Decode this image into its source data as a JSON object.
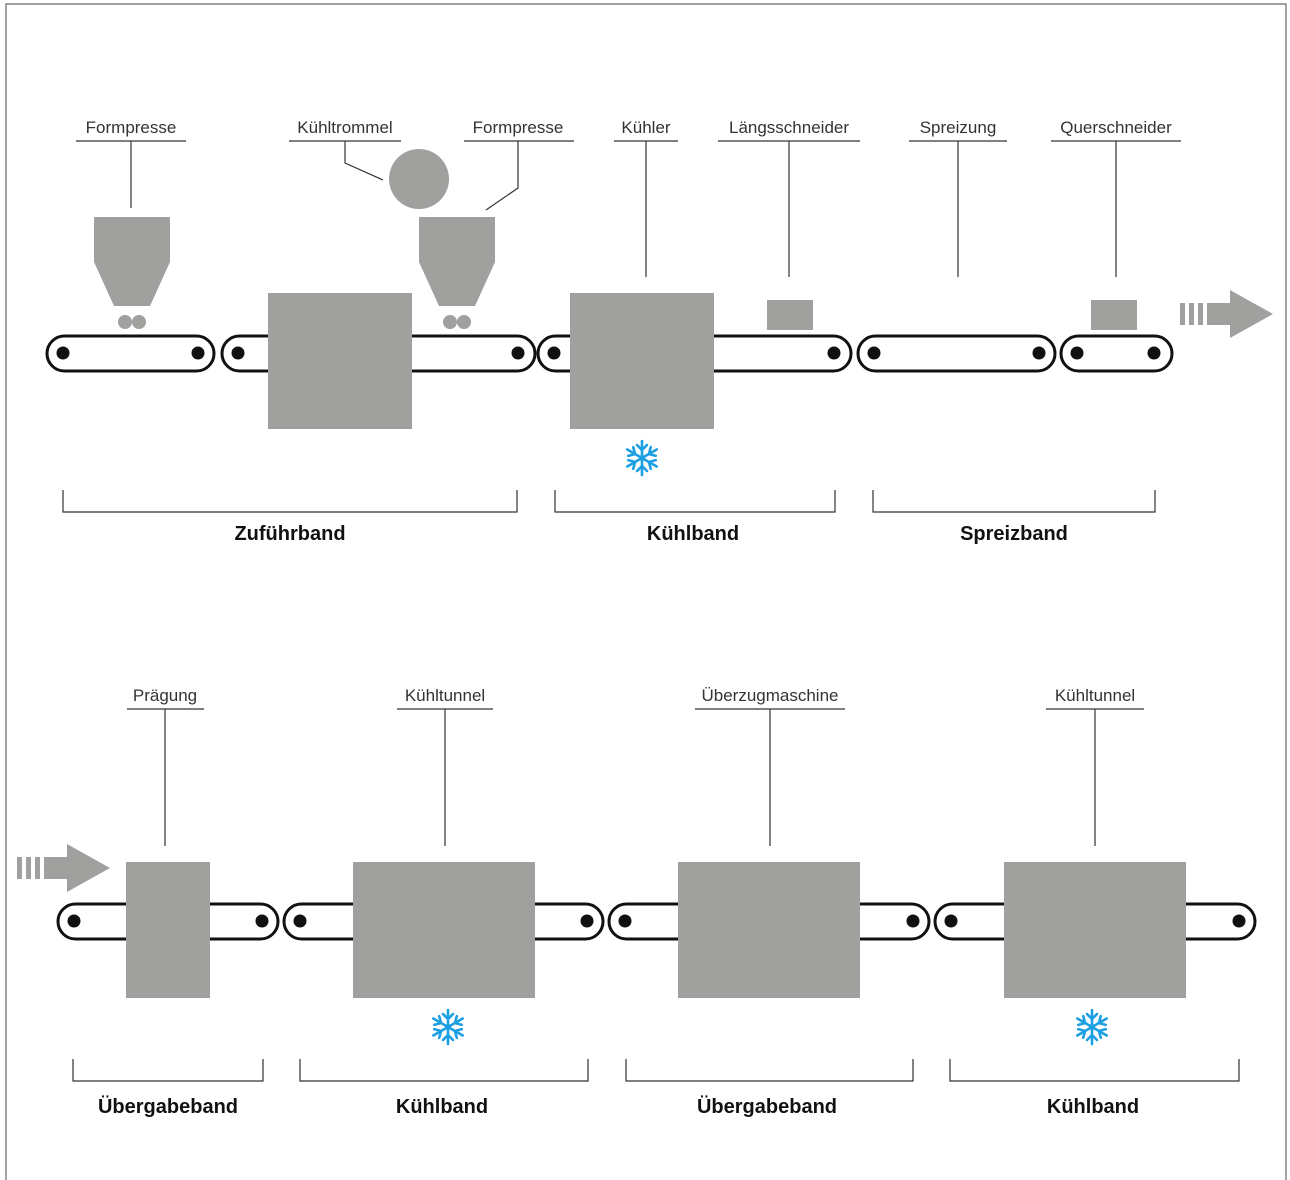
{
  "colors": {
    "machine": "#a0a09f",
    "belt_outline": "#111111",
    "roller": "#111111",
    "cooling": "#1c9fe3",
    "arrow": "#a0a09f",
    "frame": "#666666",
    "leader": "#333333"
  },
  "icons": {
    "cooling": "snowflake-icon",
    "flow": "flow-arrow-icon"
  },
  "top_row": {
    "machines": {
      "formpresse_1": "Formpresse",
      "kuehltrommel": "Kühltrommel",
      "formpresse_2": "Formpresse",
      "kuehler": "Kühler",
      "laengsschneider": "Längsschneider",
      "spreizung": "Spreizung",
      "querschneider": "Querschneider"
    },
    "sections": {
      "zufuehrband": "Zuführband",
      "kuehlband": "Kühlband",
      "spreizband": "Spreizband"
    }
  },
  "bottom_row": {
    "machines": {
      "praegung": "Prägung",
      "kuehltunnel_1": "Kühltunnel",
      "ueberzugmaschine": "Überzugmaschine",
      "kuehltunnel_2": "Kühltunnel"
    },
    "sections": {
      "uebergabeband_1": "Übergabeband",
      "kuehlband_1": "Kühlband",
      "uebergabeband_2": "Übergabeband",
      "kuehlband_2": "Kühlband"
    }
  }
}
